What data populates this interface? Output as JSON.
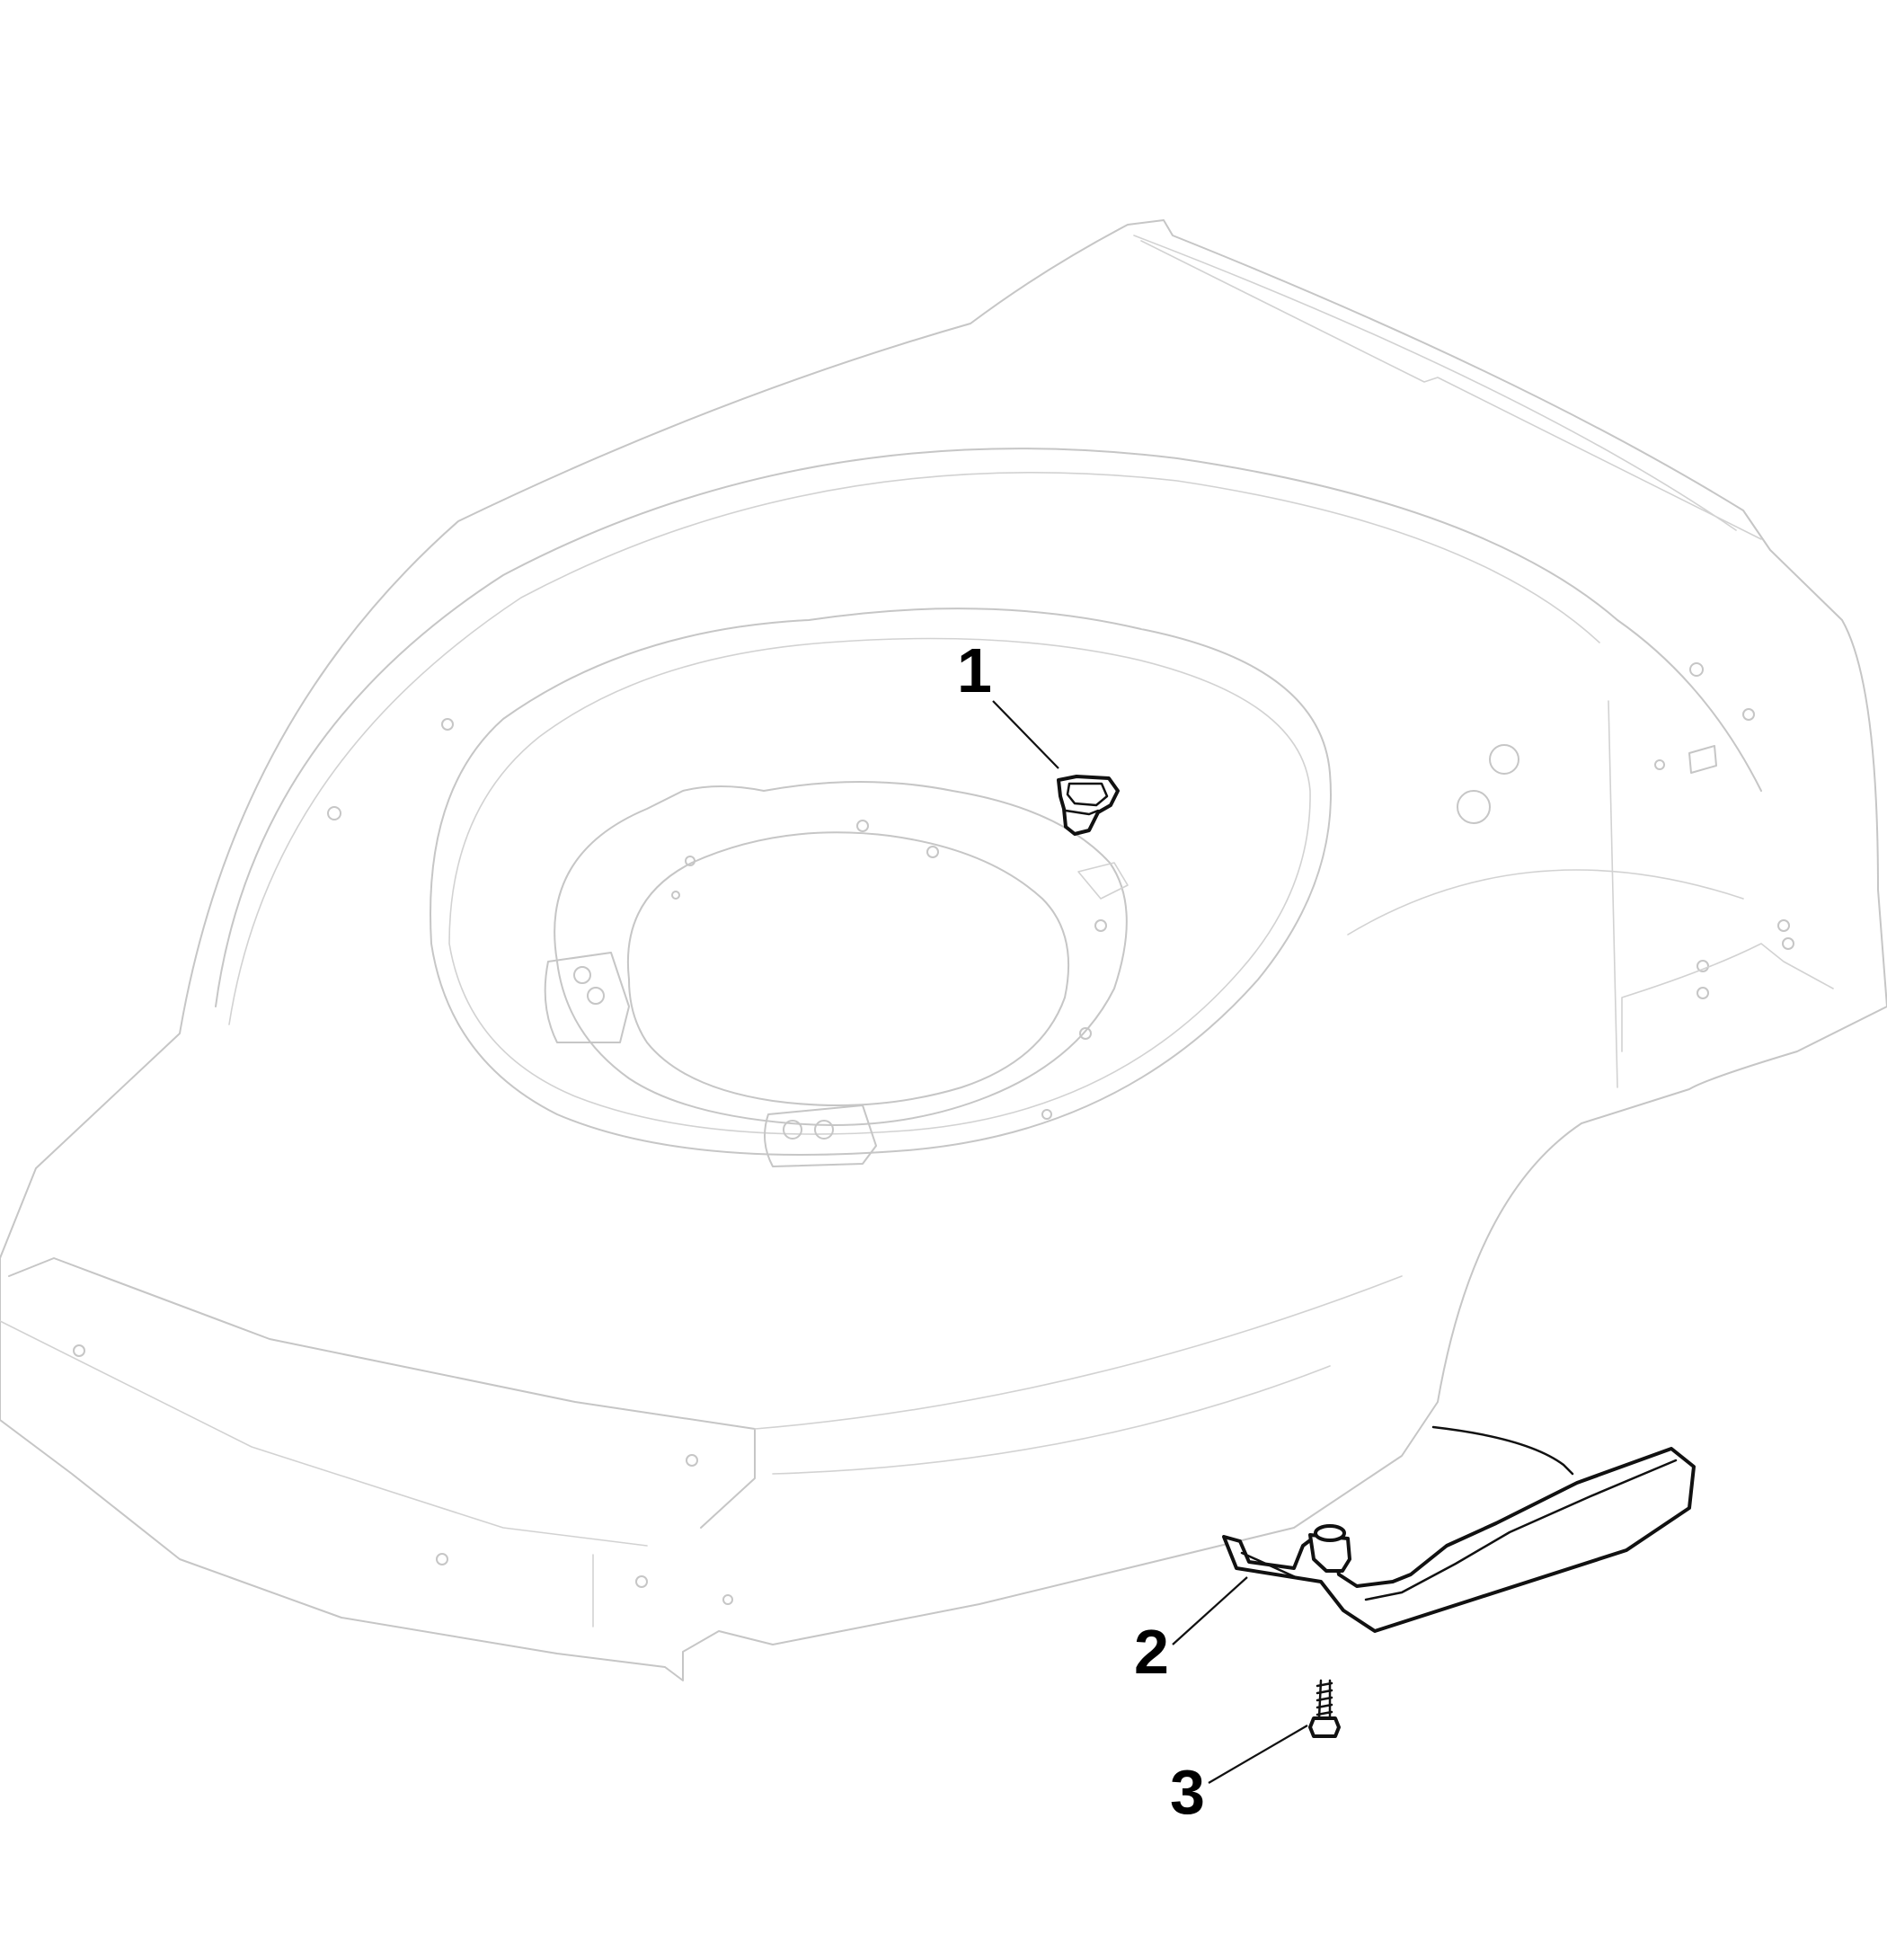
{
  "callouts": [
    {
      "id": "1",
      "label": "1"
    },
    {
      "id": "2",
      "label": "2"
    },
    {
      "id": "3",
      "label": "3"
    }
  ],
  "colors": {
    "ghost_outline": "#c6c6c6",
    "part_outline": "#111111",
    "background": "#ffffff"
  }
}
